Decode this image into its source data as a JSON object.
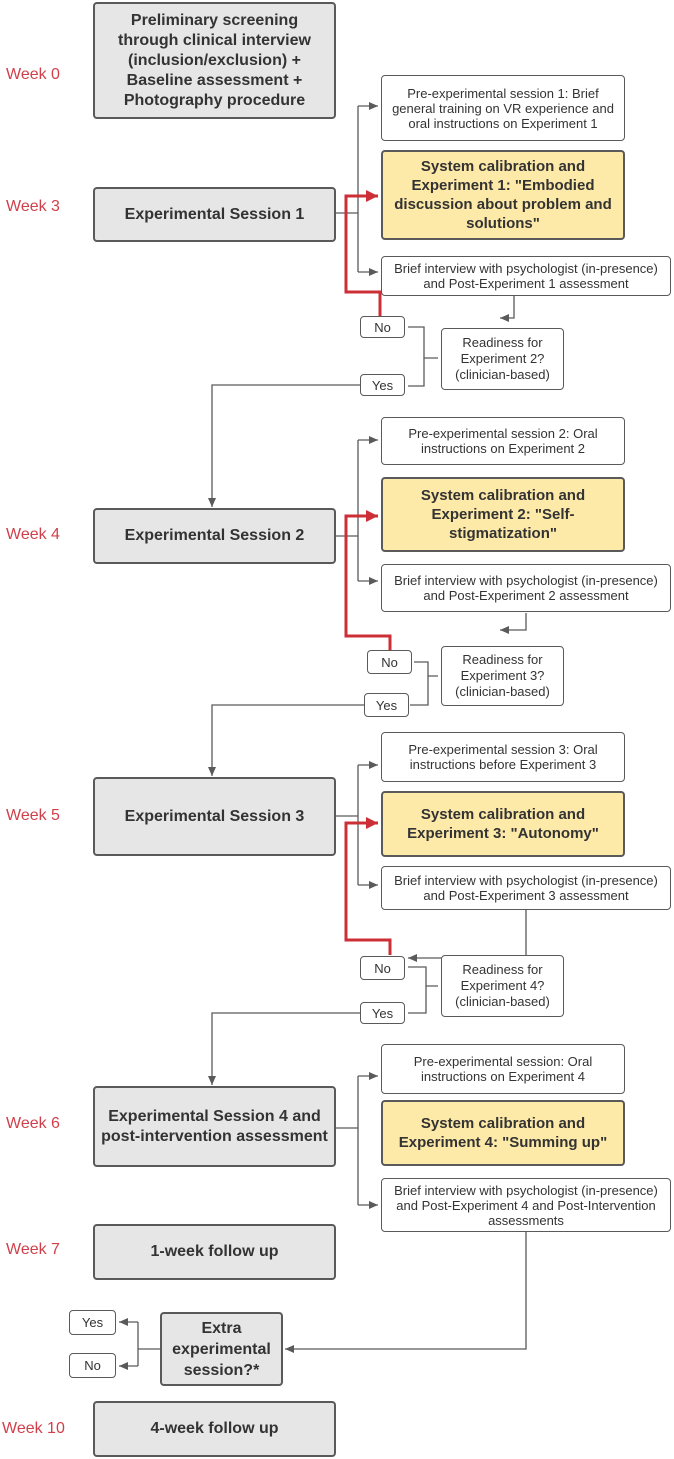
{
  "weeks": [
    "Week 0",
    "Week 3",
    "Week 4",
    "Week 5",
    "Week 6",
    "Week 7",
    "Week 10"
  ],
  "screening": "Preliminary screening through clinical interview (inclusion/exclusion) + Baseline assessment + Photography procedure",
  "sessions": [
    {
      "title": "Experimental Session 1",
      "pre": "Pre-experimental session 1: Brief general training on VR experience and oral instructions on Experiment 1",
      "experiment": "System calibration and Experiment 1: \"Embodied discussion about problem and solutions\"",
      "post": "Brief interview with psychologist (in-presence) and Post-Experiment 1 assessment",
      "readiness": "Readiness for Experiment 2? (clinician-based)",
      "no": "No",
      "yes": "Yes"
    },
    {
      "title": "Experimental Session 2",
      "pre": "Pre-experimental session 2: Oral instructions on Experiment 2",
      "experiment": "System calibration and Experiment 2: \"Self-stigmatization\"",
      "post": "Brief interview with psychologist (in-presence) and Post-Experiment 2 assessment",
      "readiness": "Readiness for Experiment 3? (clinician-based)",
      "no": "No",
      "yes": "Yes"
    },
    {
      "title": "Experimental Session 3",
      "pre": "Pre-experimental session 3: Oral instructions before Experiment 3",
      "experiment": "System calibration and Experiment 3: \"Autonomy\"",
      "post": "Brief interview with psychologist (in-presence) and Post-Experiment 3 assessment",
      "readiness": "Readiness for Experiment 4? (clinician-based)",
      "no": "No",
      "yes": "Yes"
    },
    {
      "title": "Experimental Session 4 and post-intervention assessment",
      "pre": "Pre-experimental session: Oral instructions on Experiment 4",
      "experiment": "System calibration and Experiment 4: \"Summing up\"",
      "post": "Brief interview with psychologist (in-presence) and Post-Experiment 4 and Post-Intervention assessments"
    }
  ],
  "followup_1week": "1-week follow up",
  "extra": {
    "question": "Extra experimental session?*",
    "yes": "Yes",
    "no": "No"
  },
  "followup_4week": "4-week follow up",
  "colors": {
    "week_label": "#d0404a",
    "session_fill": "#e6e6e6",
    "experiment_fill": "#fde9a8",
    "loop_arrow": "#cc2f36",
    "connector": "#5a5a5a"
  }
}
